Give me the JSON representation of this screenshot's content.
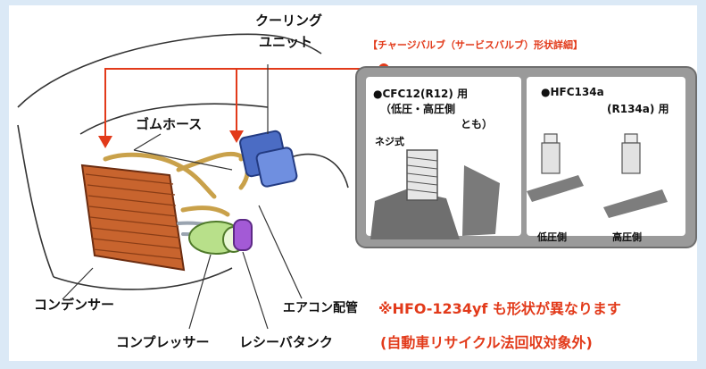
{
  "labels": {
    "cooling_unit_line1": "クーリング",
    "cooling_unit_line2": "ユニット",
    "rubber_hose": "ゴムホース",
    "condenser": "コンデンサー",
    "compressor": "コンプレッサー",
    "receiver_tank": "レシーバタンク",
    "aircon_piping": "エアコン配管",
    "charge_valve_title": "【チャージバルブ（サービスバルブ）形状詳細】"
  },
  "cfc_panel": {
    "title_line1": "●CFC12(R12) 用",
    "title_line2": "（低圧・高圧側",
    "title_line3": "とも）",
    "valve_type": "ネジ式"
  },
  "hfc_panel": {
    "title_line1": "●HFC134a",
    "title_line2": "(R134a) 用",
    "low_side": "低圧側",
    "high_side": "高圧側"
  },
  "notes": {
    "line1": "※HFO-1234yf も形状が異なります",
    "line2": "(自動車リサイクル法回収対象外)"
  },
  "colors": {
    "accent_red": "#e23a1a",
    "hose": "#c9a14a",
    "condenser": "#c8642e",
    "cooling_unit": "#4b6cc4",
    "compressor": "#b8e08a",
    "receiver": "#a35ad6",
    "panel_gray": "#9a9a9a"
  }
}
